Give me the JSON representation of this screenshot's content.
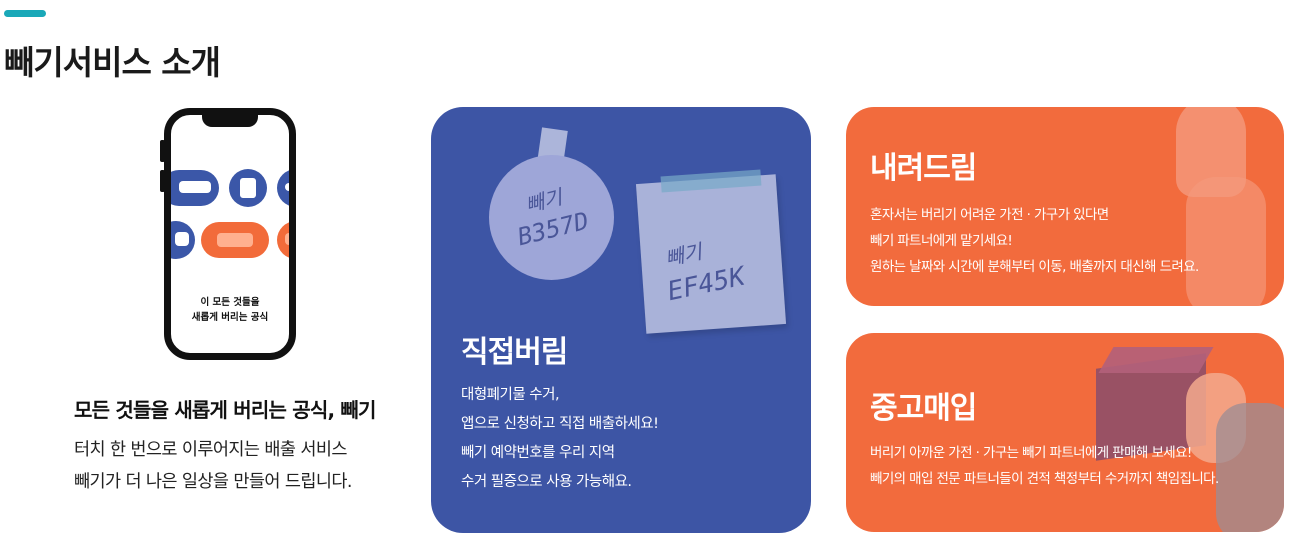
{
  "page": {
    "title": "빼기서비스 소개"
  },
  "phone": {
    "caption_line1": "이 모든 것들을",
    "caption_line2": "새롭게 버리는 공식"
  },
  "intro": {
    "title": "모든 것들을 새롭게 버리는 공식, 빼기",
    "lines": [
      "터치 한 번으로 이루어지는 배출 서비스",
      "빼기가 더 나은 일상을 만들어 드립니다."
    ]
  },
  "cards": [
    {
      "title": "직접버림",
      "lines": [
        "대형폐기물 수거,",
        "앱으로 신청하고 직접 배출하세요!",
        "빼기 예약번호를 우리 지역",
        "수거 필증으로 사용 가능해요."
      ],
      "notes": [
        {
          "line1": "빼기",
          "line2": "B357D"
        },
        {
          "line1": "빼기",
          "line2": "EF45K"
        }
      ]
    },
    {
      "title": "내려드림",
      "lines": [
        "혼자서는 버리기 어려운 가전 · 가구가 있다면",
        "빼기 파트너에게 맡기세요!",
        "원하는 날짜와 시간에 분해부터 이동, 배출까지 대신해 드려요."
      ]
    },
    {
      "title": "중고매입",
      "lines": [
        "버리기 아까운 가전 · 가구는 빼기 파트너에게 판매해 보세요!",
        "빼기의 매입 전문 파트너들이 견적 책정부터 수거까지 책임집니다."
      ]
    }
  ],
  "colors": {
    "accent": "#1aa8b8",
    "blue_card": "#3d55a5",
    "orange_card": "#f26b3d"
  }
}
